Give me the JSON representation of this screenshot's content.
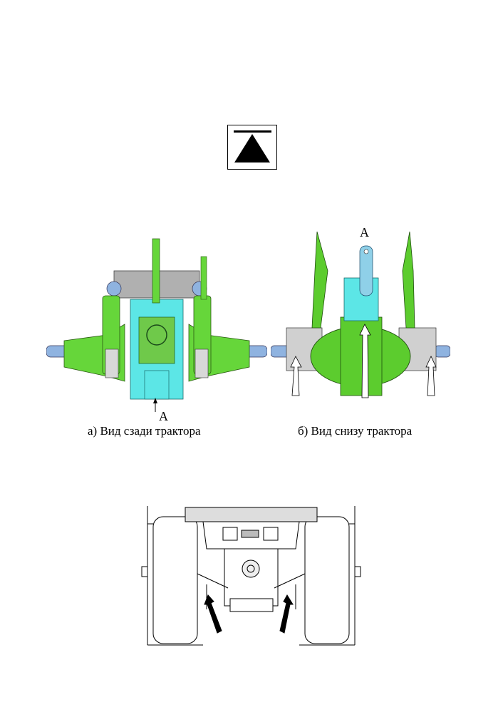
{
  "page": {
    "sign_symbol": "jack-point-triangle-sign",
    "figure_left": {
      "caption": "а) Вид сзади трактора",
      "callout_letter": "А",
      "colors": {
        "transmission": "#66d63a",
        "hitch_frame": "#5ce6e6",
        "axle": "#8fb3e0",
        "bracket": "#b0b0b0"
      }
    },
    "figure_right": {
      "caption": "б) Вид снизу трактора",
      "callout_letter": "А",
      "colors": {
        "transmission": "#5ccc2e",
        "hitch_frame": "#5ce6e6",
        "axle": "#8fb3e0"
      }
    },
    "figure_bottom": {
      "description_icon": "tractor-rear-line-drawing"
    }
  }
}
